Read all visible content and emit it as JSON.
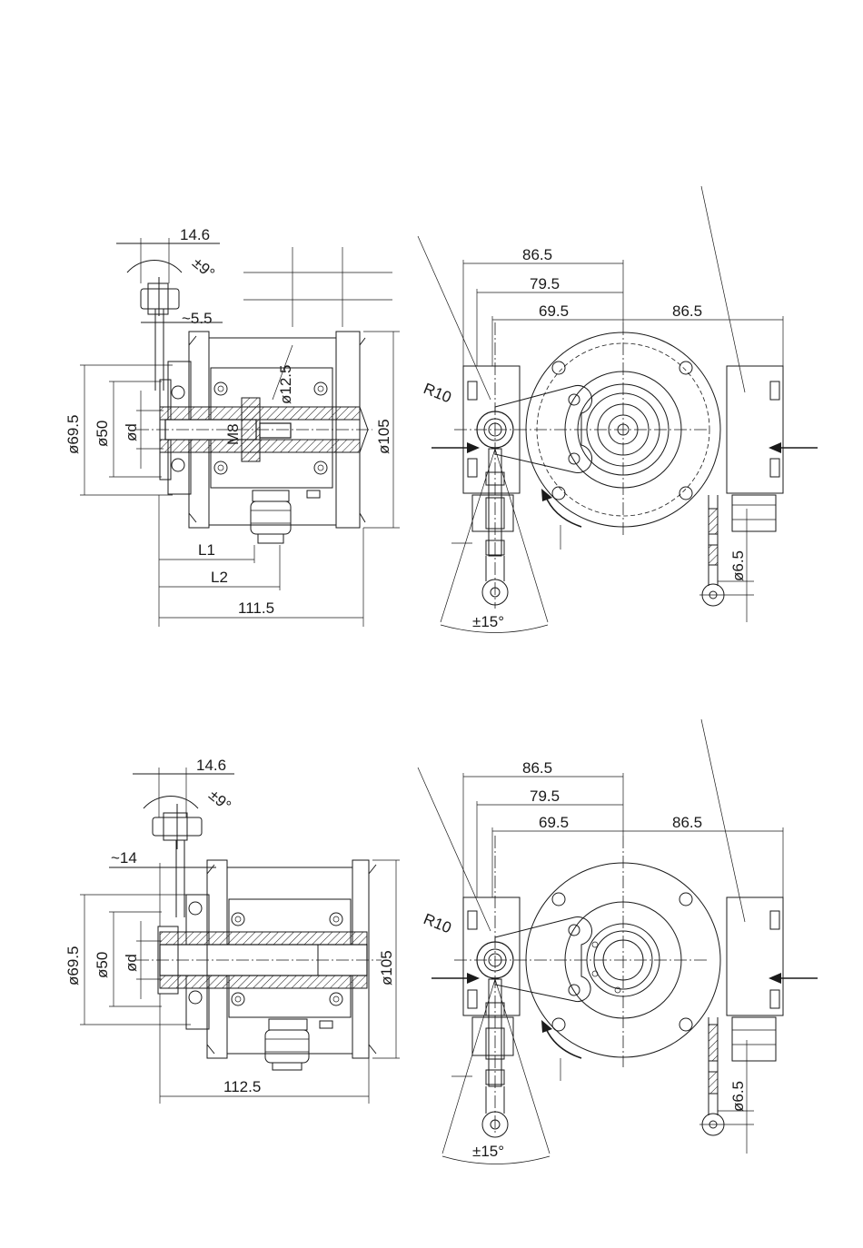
{
  "drawing": {
    "top": {
      "side": {
        "dim_lever_offset": "14.6",
        "dim_angle": "±9°",
        "dim_gap": "~5.5",
        "dim_bore": "ø12.5",
        "dim_thread": "M8",
        "dim_flange": "ø69.5",
        "dim_hub": "ø50",
        "dim_shaft": "ød",
        "dim_body": "ø105",
        "dim_l1": "L1",
        "dim_l2": "L2",
        "dim_length": "111.5"
      },
      "front": {
        "dim_a": "86.5",
        "dim_b": "79.5",
        "dim_c": "69.5",
        "dim_d": "86.5",
        "dim_radius": "R10",
        "dim_cable": "ø6.5",
        "dim_swing": "±15°"
      }
    },
    "bottom": {
      "side": {
        "dim_lever_offset": "14.6",
        "dim_angle": "±9°",
        "dim_gap": "~14",
        "dim_flange": "ø69.5",
        "dim_hub": "ø50",
        "dim_shaft": "ød",
        "dim_body": "ø105",
        "dim_length": "112.5"
      },
      "front": {
        "dim_a": "86.5",
        "dim_b": "79.5",
        "dim_c": "69.5",
        "dim_d": "86.5",
        "dim_radius": "R10",
        "dim_cable": "ø6.5",
        "dim_swing": "±15°"
      }
    }
  }
}
